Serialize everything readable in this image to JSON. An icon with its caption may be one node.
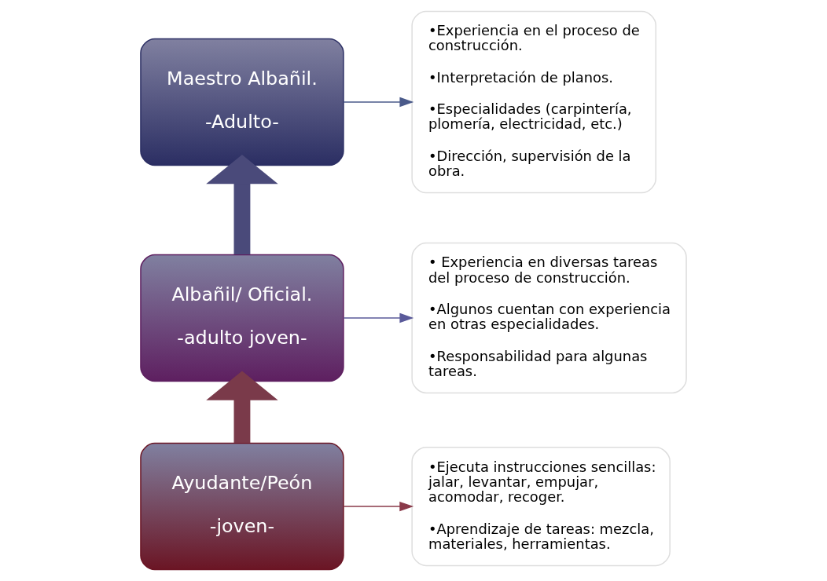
{
  "diagram": {
    "nodes": [
      {
        "text": [
          "Maestro Albañil.",
          "-Adulto-"
        ]
      },
      {
        "text": [
          "•Experiencia en el proceso de construcción.",
          "•Interpretación de planos.",
          "•Especialidades (carpintería, plomería, electricidad, etc.)",
          "•Dirección, supervisión de la obra."
        ]
      },
      {
        "text": [
          "Albañil/ Oficial.",
          "-adulto joven-"
        ]
      },
      {
        "text": [
          "• Experiencia en diversas tareas del proceso de construcción.",
          "•Algunos cuentan con experiencia en otras especialidades.",
          "•Responsabilidad para algunas tareas."
        ]
      },
      {
        "text": [
          "Ayudante/Peón",
          "-joven-"
        ]
      },
      {
        "text": [
          "•Ejecuta instrucciones sencillas: jalar, levantar, empujar, acomodar, recoger.",
          "•Aprendizaje de tareas: mezcla, materiales, herramientas."
        ]
      }
    ],
    "edges": [
      {
        "from": 0,
        "to": 1,
        "arrow": "to",
        "color": "#4a5a8a"
      },
      {
        "from": 2,
        "to": 3,
        "arrow": "to",
        "color": "#5a5a9a"
      },
      {
        "from": 4,
        "to": 5,
        "arrow": "to",
        "color": "#8a3a4a"
      },
      {
        "from": 4,
        "to": 2,
        "arrow": "to",
        "style": "thick",
        "color": "#7a3a4a"
      },
      {
        "from": 2,
        "to": 0,
        "arrow": "to",
        "style": "thick",
        "color": "#4a4a7a"
      }
    ]
  }
}
